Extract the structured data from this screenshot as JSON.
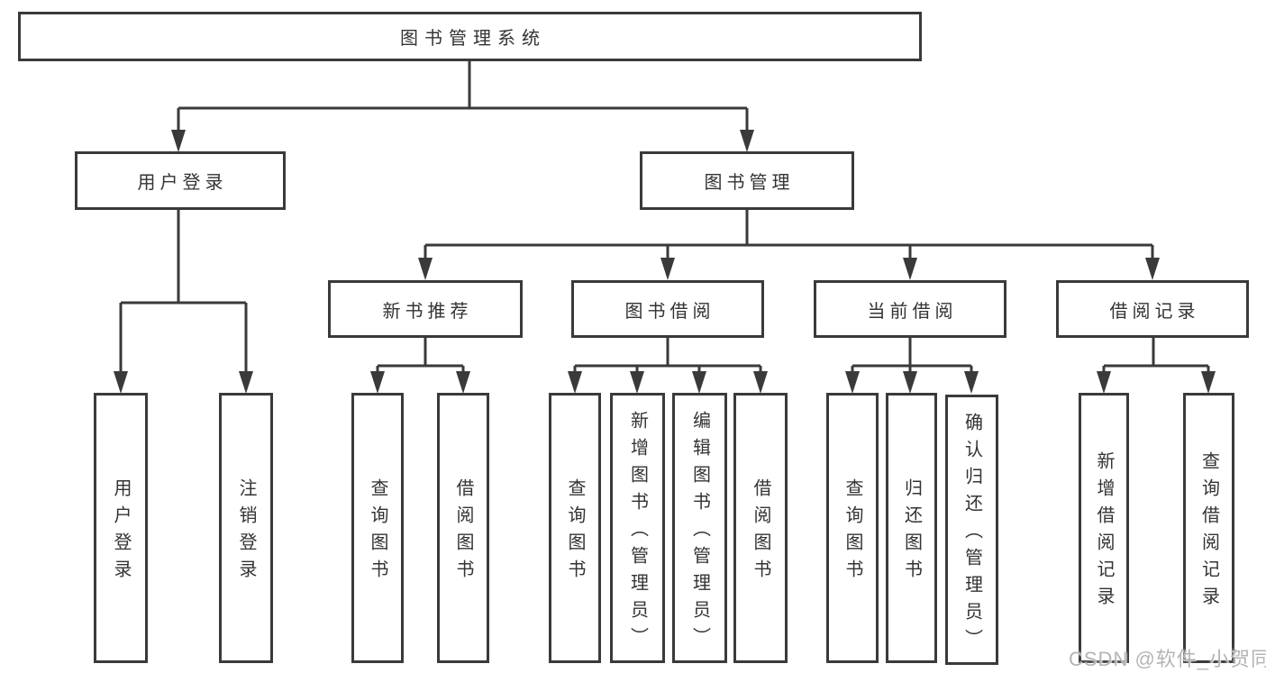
{
  "diagram": {
    "root": {
      "label": "图书管理系统"
    },
    "level2": {
      "user_login": {
        "label": "用户登录"
      },
      "book_mgmt": {
        "label": "图书管理"
      }
    },
    "level3": {
      "new_book": {
        "label": "新书推荐"
      },
      "book_borrow": {
        "label": "图书借阅"
      },
      "current_borrow": {
        "label": "当前借阅"
      },
      "borrow_record": {
        "label": "借阅记录"
      }
    },
    "leaves": {
      "user_login_action": {
        "label": "用户登录"
      },
      "logout_action": {
        "label": "注销登录"
      },
      "newbook_query": {
        "label": "查询图书"
      },
      "newbook_borrow": {
        "label": "借阅图书"
      },
      "borrow_query": {
        "label": "查询图书"
      },
      "borrow_add": {
        "label": "新增图书（管理员）"
      },
      "borrow_edit": {
        "label": "编辑图书（管理员）"
      },
      "borrow_borrow": {
        "label": "借阅图书"
      },
      "current_query": {
        "label": "查询图书"
      },
      "current_return": {
        "label": "归还图书"
      },
      "current_confirm": {
        "label": "确认归还（管理员）"
      },
      "record_add": {
        "label": "新增借阅记录"
      },
      "record_query": {
        "label": "查询借阅记录"
      }
    }
  },
  "watermark": {
    "text": "CSDN @软件_小贺同学"
  },
  "colors": {
    "line": "#3a3a3a",
    "text": "#333333",
    "background": "#ffffff",
    "watermark": "#b4b4b4"
  }
}
